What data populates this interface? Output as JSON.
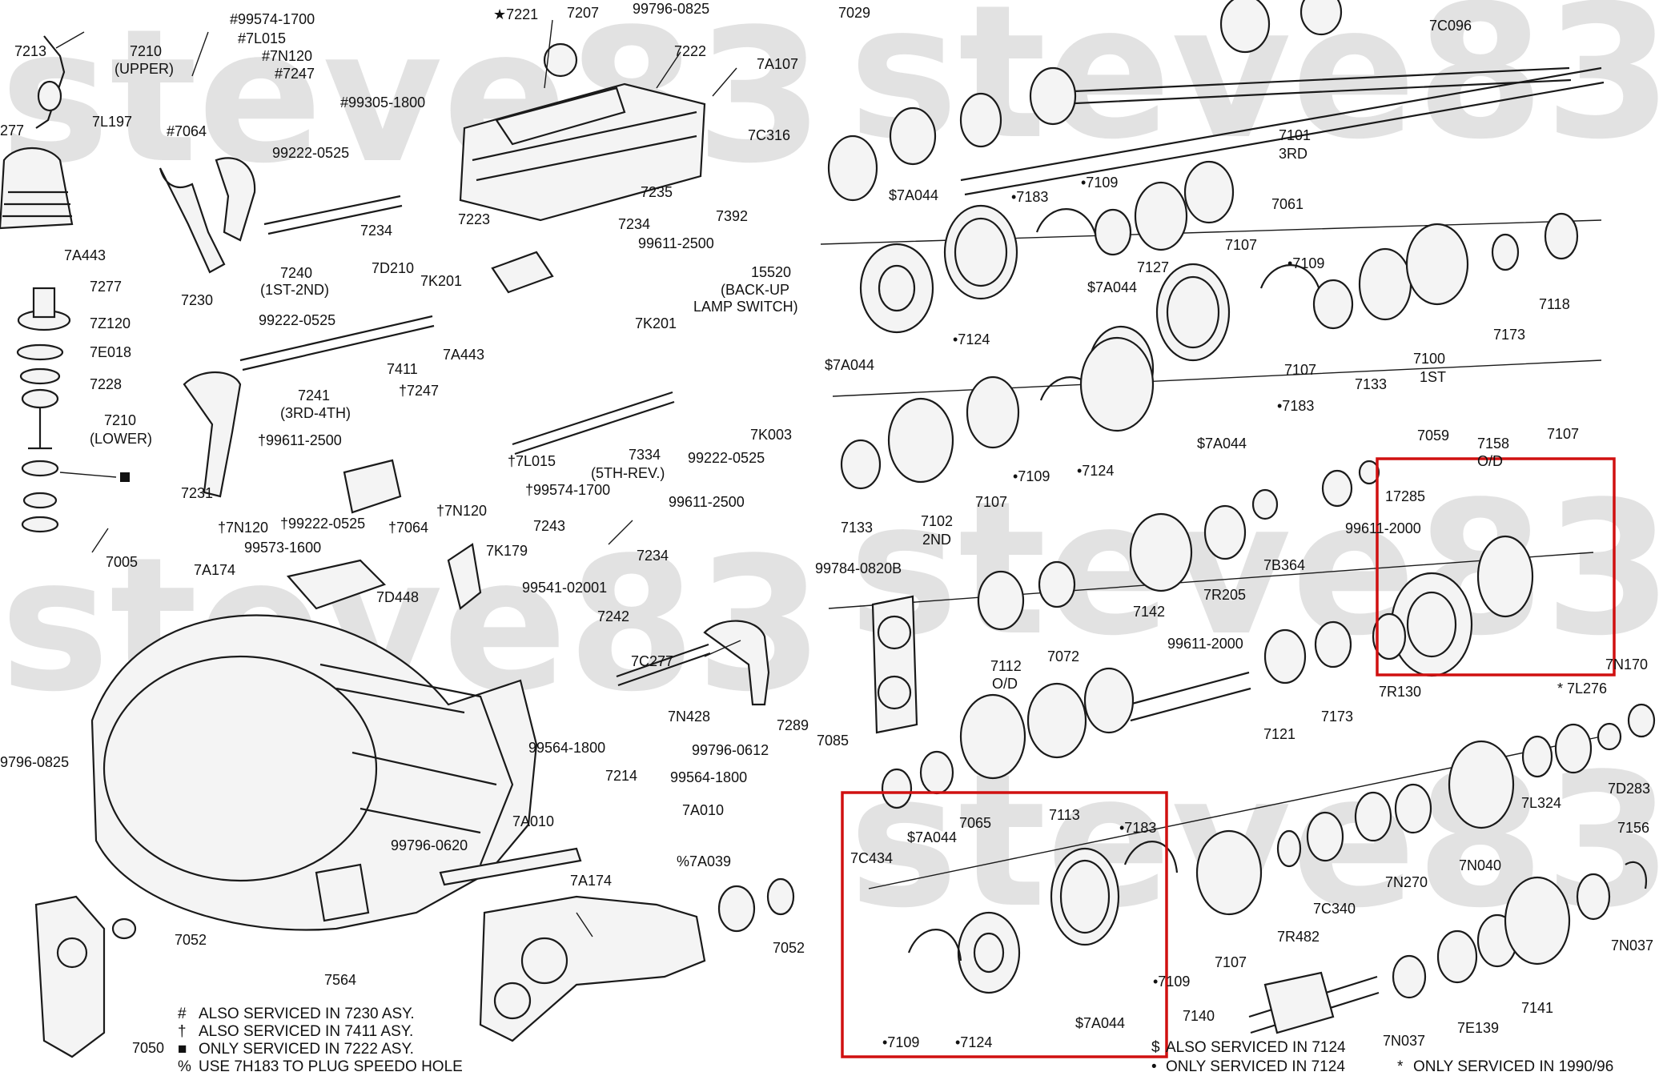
{
  "watermark": "steve83",
  "left_labels": [
    {
      "id": "l7213",
      "text": "7213"
    },
    {
      "id": "l99574",
      "text": "#99574-1700"
    },
    {
      "id": "l7L015a",
      "text": "#7L015"
    },
    {
      "id": "l7N120a",
      "text": "#7N120"
    },
    {
      "id": "l7247a",
      "text": "#7247"
    },
    {
      "id": "l7210u",
      "text": "7210"
    },
    {
      "id": "l7210u2",
      "text": "(UPPER)"
    },
    {
      "id": "l7221",
      "text": "★7221"
    },
    {
      "id": "l7207",
      "text": "7207"
    },
    {
      "id": "l99796a",
      "text": "99796-0825"
    },
    {
      "id": "l7222",
      "text": "7222"
    },
    {
      "id": "l7A107",
      "text": "7A107"
    },
    {
      "id": "l99305",
      "text": "#99305-1800"
    },
    {
      "id": "l7L197",
      "text": "7L197"
    },
    {
      "id": "l277",
      "text": "277"
    },
    {
      "id": "l7064a",
      "text": "#7064"
    },
    {
      "id": "l99222a",
      "text": "99222-0525"
    },
    {
      "id": "l7C316",
      "text": "7C316"
    },
    {
      "id": "l7235",
      "text": "7235"
    },
    {
      "id": "l7392",
      "text": "7392"
    },
    {
      "id": "l7234a",
      "text": "7234"
    },
    {
      "id": "l7223",
      "text": "7223"
    },
    {
      "id": "l7234b",
      "text": "7234"
    },
    {
      "id": "l99611a",
      "text": "99611-2500"
    },
    {
      "id": "l15520",
      "text": "15520"
    },
    {
      "id": "l15520b",
      "text": "(BACK-UP"
    },
    {
      "id": "l15520c",
      "text": "LAMP SWITCH)"
    },
    {
      "id": "l7A443a",
      "text": "7A443"
    },
    {
      "id": "l7277",
      "text": "7277"
    },
    {
      "id": "l7D210",
      "text": "7D210"
    },
    {
      "id": "l7240",
      "text": "7240"
    },
    {
      "id": "l7240b",
      "text": "(1ST-2ND)"
    },
    {
      "id": "l7K201a",
      "text": "7K201"
    },
    {
      "id": "l7230",
      "text": "7230"
    },
    {
      "id": "l7Z120",
      "text": "7Z120"
    },
    {
      "id": "l99222b",
      "text": "99222-0525"
    },
    {
      "id": "l7E018",
      "text": "7E018"
    },
    {
      "id": "l7K201b",
      "text": "7K201"
    },
    {
      "id": "l7A443b",
      "text": "7A443"
    },
    {
      "id": "l7228",
      "text": "7228"
    },
    {
      "id": "l7241",
      "text": "7241"
    },
    {
      "id": "l7241b",
      "text": "(3RD-4TH)"
    },
    {
      "id": "l7411",
      "text": "7411"
    },
    {
      "id": "l7210l",
      "text": "7210"
    },
    {
      "id": "l7210l2",
      "text": "(LOWER)"
    },
    {
      "id": "l7247b",
      "text": "†7247"
    },
    {
      "id": "l7K003",
      "text": "7K003"
    },
    {
      "id": "l99611b",
      "text": "†99611-2500"
    },
    {
      "id": "l7L015b",
      "text": "†7L015"
    },
    {
      "id": "l7334",
      "text": "7334"
    },
    {
      "id": "l7334b",
      "text": "(5TH-REV.)"
    },
    {
      "id": "l99222c",
      "text": "99222-0525"
    },
    {
      "id": "l7231",
      "text": "7231"
    },
    {
      "id": "l99574b",
      "text": "†99574-1700"
    },
    {
      "id": "l7N120b",
      "text": "†7N120"
    },
    {
      "id": "l7N120c",
      "text": "†7N120"
    },
    {
      "id": "l99222d",
      "text": "†99222-0525"
    },
    {
      "id": "l7064b",
      "text": "†7064"
    },
    {
      "id": "l99611c",
      "text": "99611-2500"
    },
    {
      "id": "l7243",
      "text": "7243"
    },
    {
      "id": "l99573",
      "text": "99573-1600"
    },
    {
      "id": "l7K179",
      "text": "7K179"
    },
    {
      "id": "l7005",
      "text": "7005"
    },
    {
      "id": "l7A174a",
      "text": "7A174"
    },
    {
      "id": "l7234c",
      "text": "7234"
    },
    {
      "id": "l99541",
      "text": "99541-02001"
    },
    {
      "id": "l7D448",
      "text": "7D448"
    },
    {
      "id": "l7242",
      "text": "7242"
    },
    {
      "id": "l7C277",
      "text": "7C277"
    },
    {
      "id": "l7N428",
      "text": "7N428"
    },
    {
      "id": "l7289",
      "text": "7289"
    },
    {
      "id": "l99564a",
      "text": "99564-1800"
    },
    {
      "id": "l99796b",
      "text": "99796-0612"
    },
    {
      "id": "l9796",
      "text": "9796-0825"
    },
    {
      "id": "l7214",
      "text": "7214"
    },
    {
      "id": "l99564b",
      "text": "99564-1800"
    },
    {
      "id": "l7A010a",
      "text": "7A010"
    },
    {
      "id": "l7A010b",
      "text": "7A010"
    },
    {
      "id": "l99796c",
      "text": "99796-0620"
    },
    {
      "id": "l7A039",
      "text": "%7A039"
    },
    {
      "id": "l7A174b",
      "text": "7A174"
    },
    {
      "id": "l7052a",
      "text": "7052"
    },
    {
      "id": "l7052b",
      "text": "7052"
    },
    {
      "id": "l7564",
      "text": "7564"
    },
    {
      "id": "l7050",
      "text": "7050"
    }
  ],
  "right_labels": [
    {
      "id": "r7029",
      "text": "7029"
    },
    {
      "id": "r7C096",
      "text": "7C096"
    },
    {
      "id": "r7101",
      "text": "7101"
    },
    {
      "id": "r3RD",
      "text": "3RD"
    },
    {
      "id": "r7061",
      "text": "7061"
    },
    {
      "id": "r7A044a",
      "text": "$7A044"
    },
    {
      "id": "r7183a",
      "text": "•7183"
    },
    {
      "id": "r7109a",
      "text": "•7109"
    },
    {
      "id": "r7127",
      "text": "7127"
    },
    {
      "id": "r7107a",
      "text": "7107"
    },
    {
      "id": "r7109b",
      "text": "•7109"
    },
    {
      "id": "r7A044b",
      "text": "$7A044"
    },
    {
      "id": "r7118",
      "text": "7118"
    },
    {
      "id": "r7124a",
      "text": "•7124"
    },
    {
      "id": "r7A044c",
      "text": "$7A044"
    },
    {
      "id": "r7173a",
      "text": "7173"
    },
    {
      "id": "r7100",
      "text": "7100"
    },
    {
      "id": "r1ST",
      "text": "1ST"
    },
    {
      "id": "r7133a",
      "text": "7133"
    },
    {
      "id": "r7107b",
      "text": "7107"
    },
    {
      "id": "r7183b",
      "text": "•7183"
    },
    {
      "id": "r7A044d",
      "text": "$7A044"
    },
    {
      "id": "r7059",
      "text": "7059"
    },
    {
      "id": "r7158",
      "text": "7158"
    },
    {
      "id": "rOD1",
      "text": "O/D"
    },
    {
      "id": "r7107c",
      "text": "7107"
    },
    {
      "id": "r7109c",
      "text": "•7109"
    },
    {
      "id": "r7124b",
      "text": "•7124"
    },
    {
      "id": "r17285",
      "text": "17285"
    },
    {
      "id": "r7133b",
      "text": "7133"
    },
    {
      "id": "r7102",
      "text": "7102"
    },
    {
      "id": "r2ND",
      "text": "2ND"
    },
    {
      "id": "r7107d",
      "text": "7107"
    },
    {
      "id": "r99611a",
      "text": "99611-2000"
    },
    {
      "id": "r7B364",
      "text": "7B364"
    },
    {
      "id": "r99784",
      "text": "99784-0820B"
    },
    {
      "id": "r7142",
      "text": "7142"
    },
    {
      "id": "r7R205",
      "text": "7R205"
    },
    {
      "id": "r99611b",
      "text": "99611-2000"
    },
    {
      "id": "r7112",
      "text": "7112"
    },
    {
      "id": "rOD2",
      "text": "O/D"
    },
    {
      "id": "r7072",
      "text": "7072"
    },
    {
      "id": "r7N170",
      "text": "7N170"
    },
    {
      "id": "r7L276",
      "text": "* 7L276"
    },
    {
      "id": "r7R130",
      "text": "7R130"
    },
    {
      "id": "r7085",
      "text": "7085"
    },
    {
      "id": "r7121",
      "text": "7121"
    },
    {
      "id": "r7173b",
      "text": "7173"
    },
    {
      "id": "r7D283",
      "text": "7D283"
    },
    {
      "id": "r7065",
      "text": "7065"
    },
    {
      "id": "r7113",
      "text": "7113"
    },
    {
      "id": "r7L324",
      "text": "7L324"
    },
    {
      "id": "r7C434",
      "text": "7C434"
    },
    {
      "id": "r7A044e",
      "text": "$7A044"
    },
    {
      "id": "r7183c",
      "text": "•7183"
    },
    {
      "id": "r7156",
      "text": "7156"
    },
    {
      "id": "r7N040",
      "text": "7N040"
    },
    {
      "id": "r7N270",
      "text": "7N270"
    },
    {
      "id": "r7C340",
      "text": "7C340"
    },
    {
      "id": "r7R482",
      "text": "7R482"
    },
    {
      "id": "r7107e",
      "text": "7107"
    },
    {
      "id": "r7109d",
      "text": "•7109"
    },
    {
      "id": "r7N037a",
      "text": "7N037"
    },
    {
      "id": "r7140",
      "text": "7140"
    },
    {
      "id": "r7141",
      "text": "7141"
    },
    {
      "id": "r7E139",
      "text": "7E139"
    },
    {
      "id": "r7N037b",
      "text": "7N037"
    },
    {
      "id": "r7A044f",
      "text": "$7A044"
    },
    {
      "id": "r7109e",
      "text": "•7109"
    },
    {
      "id": "r7124c",
      "text": "•7124"
    }
  ],
  "legend_left": [
    {
      "symbol": "#",
      "text": "ALSO SERVICED IN 7230 ASY."
    },
    {
      "symbol": "†",
      "text": "ALSO SERVICED IN 7411 ASY."
    },
    {
      "symbol": "■",
      "text": "ONLY SERVICED IN 7222 ASY."
    },
    {
      "symbol": "%",
      "text": "USE 7H183 TO PLUG SPEEDO HOLE"
    }
  ],
  "legend_right": [
    {
      "symbol": "$",
      "text": "ALSO SERVICED IN 7124"
    },
    {
      "symbol": "•",
      "text": "ONLY SERVICED IN 7124"
    },
    {
      "symbol": "*",
      "text": "ONLY SERVICED IN 1990/96"
    }
  ],
  "highlight_color": "#d01010"
}
